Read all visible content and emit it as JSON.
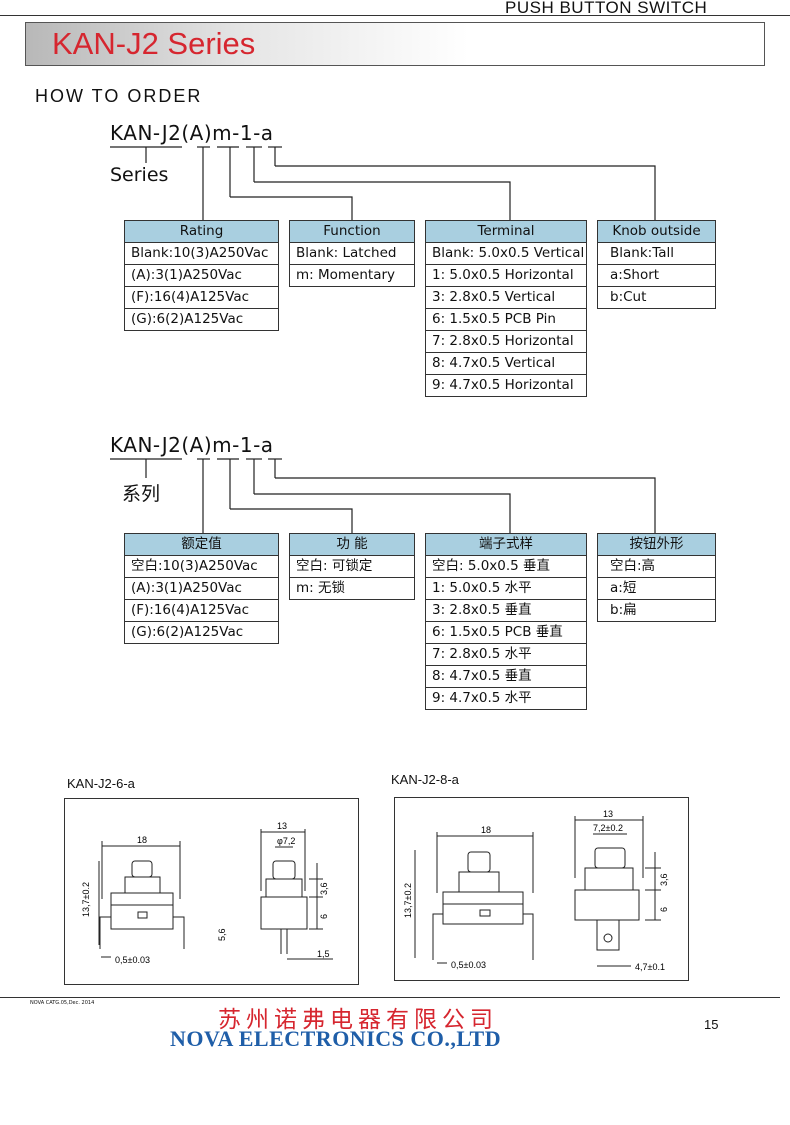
{
  "header": {
    "category": "PUSH BUTTON SWITCH",
    "title": "KAN-J2 Series"
  },
  "how_to_order": "HOW TO ORDER",
  "english": {
    "code": "KAN-J2(A)m-1-a",
    "series_label": "Series",
    "rating": {
      "header": "Rating",
      "rows": [
        "Blank:10(3)A250Vac",
        "(A):3(1)A250Vac",
        "(F):16(4)A125Vac",
        "(G):6(2)A125Vac"
      ]
    },
    "function": {
      "header": "Function",
      "rows": [
        "Blank: Latched",
        "m: Momentary"
      ]
    },
    "terminal": {
      "header": "Terminal",
      "rows": [
        "Blank: 5.0x0.5 Vertical",
        "1: 5.0x0.5 Horizontal",
        "3: 2.8x0.5 Vertical",
        "6: 1.5x0.5 PCB Pin",
        "7: 2.8x0.5 Horizontal",
        "8: 4.7x0.5 Vertical",
        "9: 4.7x0.5 Horizontal"
      ]
    },
    "knob": {
      "header": "Knob outside",
      "rows": [
        "Blank:Tall",
        "a:Short",
        "b:Cut"
      ]
    }
  },
  "chinese": {
    "code": "KAN-J2(A)m-1-a",
    "series_label": "系列",
    "rating": {
      "header": "额定值",
      "rows": [
        "空白:10(3)A250Vac",
        "(A):3(1)A250Vac",
        "(F):16(4)A125Vac",
        "(G):6(2)A125Vac"
      ]
    },
    "function": {
      "header": "功 能",
      "rows": [
        "空白: 可锁定",
        "m: 无锁"
      ]
    },
    "terminal": {
      "header": "端子式样",
      "rows": [
        "空白: 5.0x0.5 垂直",
        "1: 5.0x0.5 水平",
        "3: 2.8x0.5 垂直",
        "6: 1.5x0.5 PCB 垂直",
        "7: 2.8x0.5 水平",
        "8: 4.7x0.5 垂直",
        "9: 4.7x0.5 水平"
      ]
    },
    "knob": {
      "header": "按钮外形",
      "rows": [
        "空白:高",
        "a:短",
        "b:扁"
      ]
    }
  },
  "drawings": [
    {
      "model": "KAN-J2-6-a",
      "dims": {
        "width": "18",
        "height": "13,7±0.2",
        "pin_len": "5,6",
        "pin_pitch": "0,5±0.03",
        "side_width": "13",
        "knob_dia": "φ7,2",
        "knob_h": "3,6",
        "body_h": "6",
        "pin_w": "1,5"
      }
    },
    {
      "model": "KAN-J2-8-a",
      "dims": {
        "width": "18",
        "height": "13,7±0.2",
        "pin_pitch": "0,5±0.03",
        "side_width": "13",
        "knob_dia": "7,2±0.2",
        "knob_h": "3,6",
        "body_h": "6",
        "tab_w": "4,7±0.1"
      }
    }
  ],
  "footer": {
    "catalog_no": "NOVA CATG.05,Dec. 2014",
    "company_cn": "苏州诺弗电器有限公司",
    "company_en": "NOVA ELECTRONICS CO.,LTD",
    "page_number": "15"
  }
}
